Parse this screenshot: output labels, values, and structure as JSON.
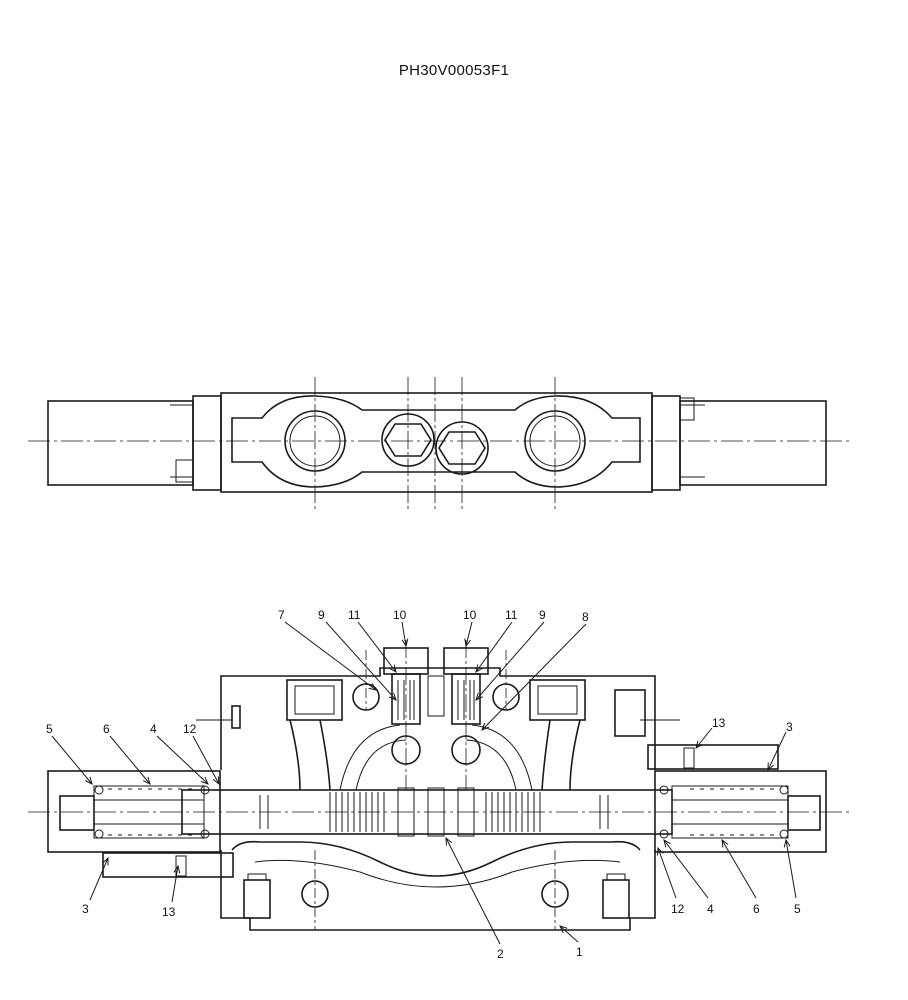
{
  "document": {
    "id": "PH30V00053F1"
  },
  "callouts": {
    "c1": "1",
    "c2": "2",
    "c3a": "3",
    "c3b": "3",
    "c4a": "4",
    "c4b": "4",
    "c5a": "5",
    "c5b": "5",
    "c6a": "6",
    "c6b": "6",
    "c7": "7",
    "c8": "8",
    "c9a": "9",
    "c9b": "9",
    "c10a": "10",
    "c10b": "10",
    "c11a": "11",
    "c11b": "11",
    "c12a": "12",
    "c12b": "12",
    "c13a": "13",
    "c13b": "13"
  }
}
